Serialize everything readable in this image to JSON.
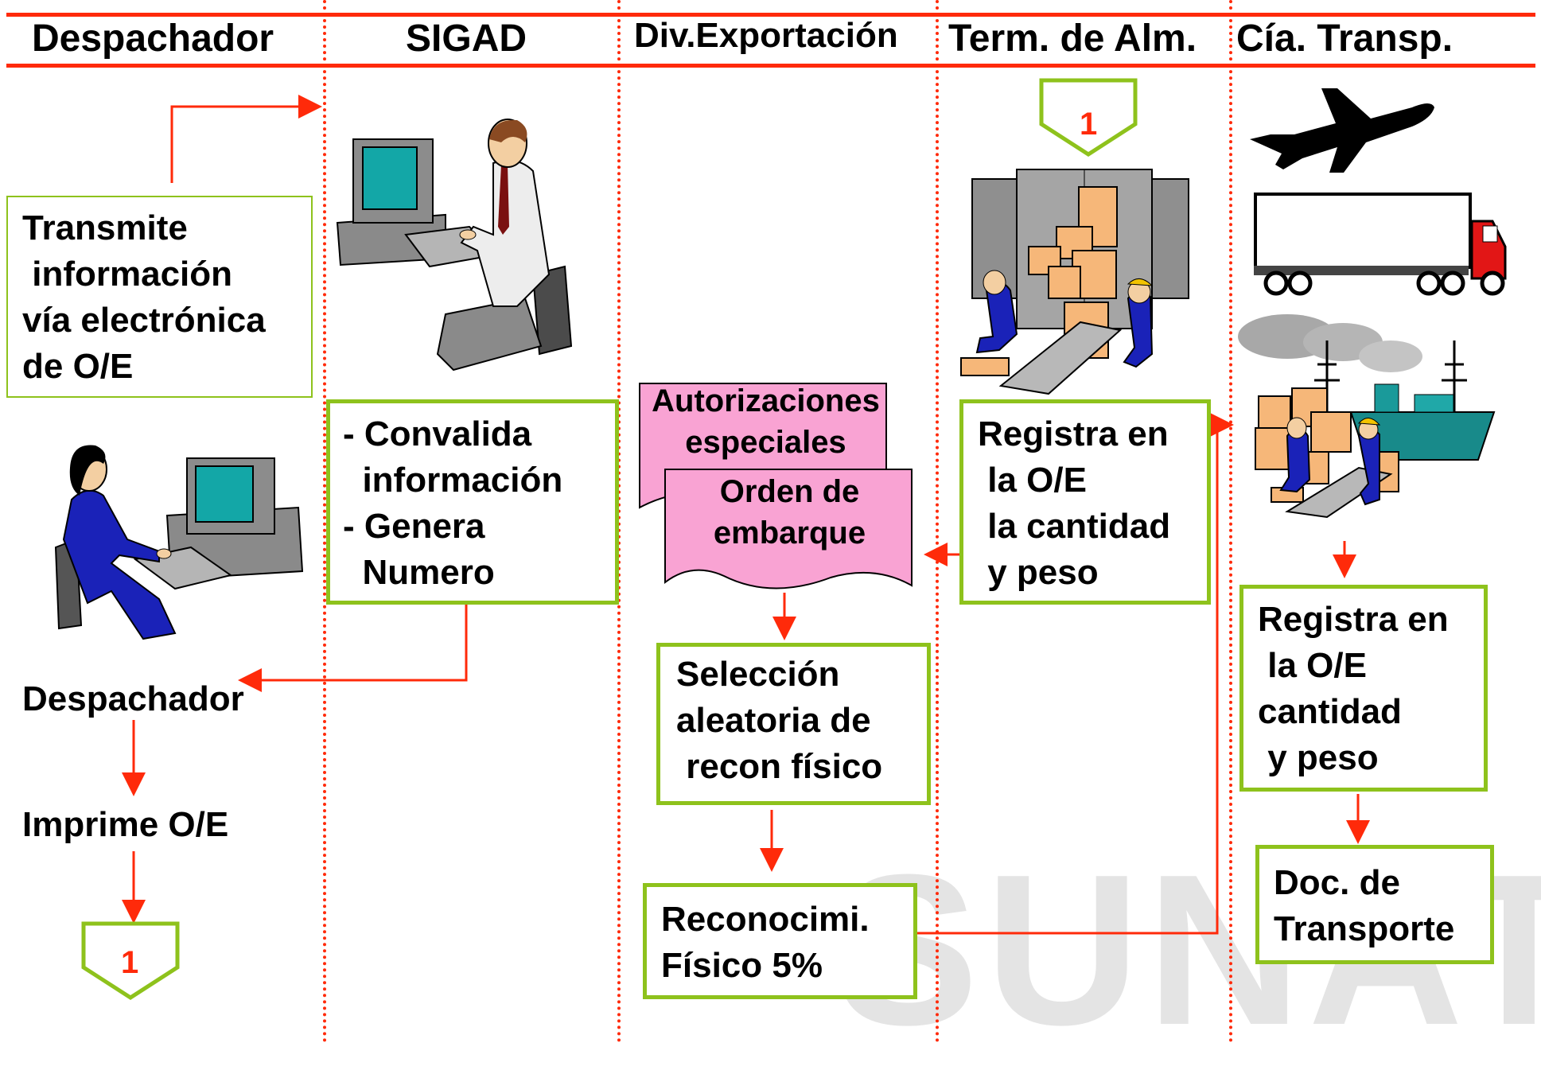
{
  "lanes": {
    "despachador": "Despachador",
    "sigad": "SIGAD",
    "div_exportacion": "Div.Exportación",
    "term_alm": "Term. de Alm.",
    "cia_transp": "Cía. Transp."
  },
  "despachador_lane": {
    "transmite": "Transmite\n información\nvía electrónica\nde O/E",
    "despachador_label": "Despachador",
    "imprime": "Imprime O/E",
    "connector_1": "1"
  },
  "sigad_lane": {
    "convalida": "- Convalida\n  información\n- Genera\n  Numero"
  },
  "div_export_lane": {
    "autorizaciones": "Autorizaciones\nespeciales",
    "orden_embarque": "Orden de\nembarque",
    "seleccion": "Selección\naleatoria de\n recon físico",
    "reconocimiento": "Reconocimi.\nFísico 5%"
  },
  "term_alm_lane": {
    "connector_1": "1",
    "registra": "Registra en\n la O/E\n la cantidad\n y peso"
  },
  "cia_transp_lane": {
    "registra": "Registra en\n la O/E\ncantidad\n y peso",
    "doc_transporte": "Doc. de\nTransporte"
  },
  "watermark": "SUNAT",
  "colors": {
    "flow_line": "#ff2a0a",
    "box_border": "#8ec21c",
    "document_fill": "#f9a3d3",
    "connector_text": "#ff2a0a"
  }
}
